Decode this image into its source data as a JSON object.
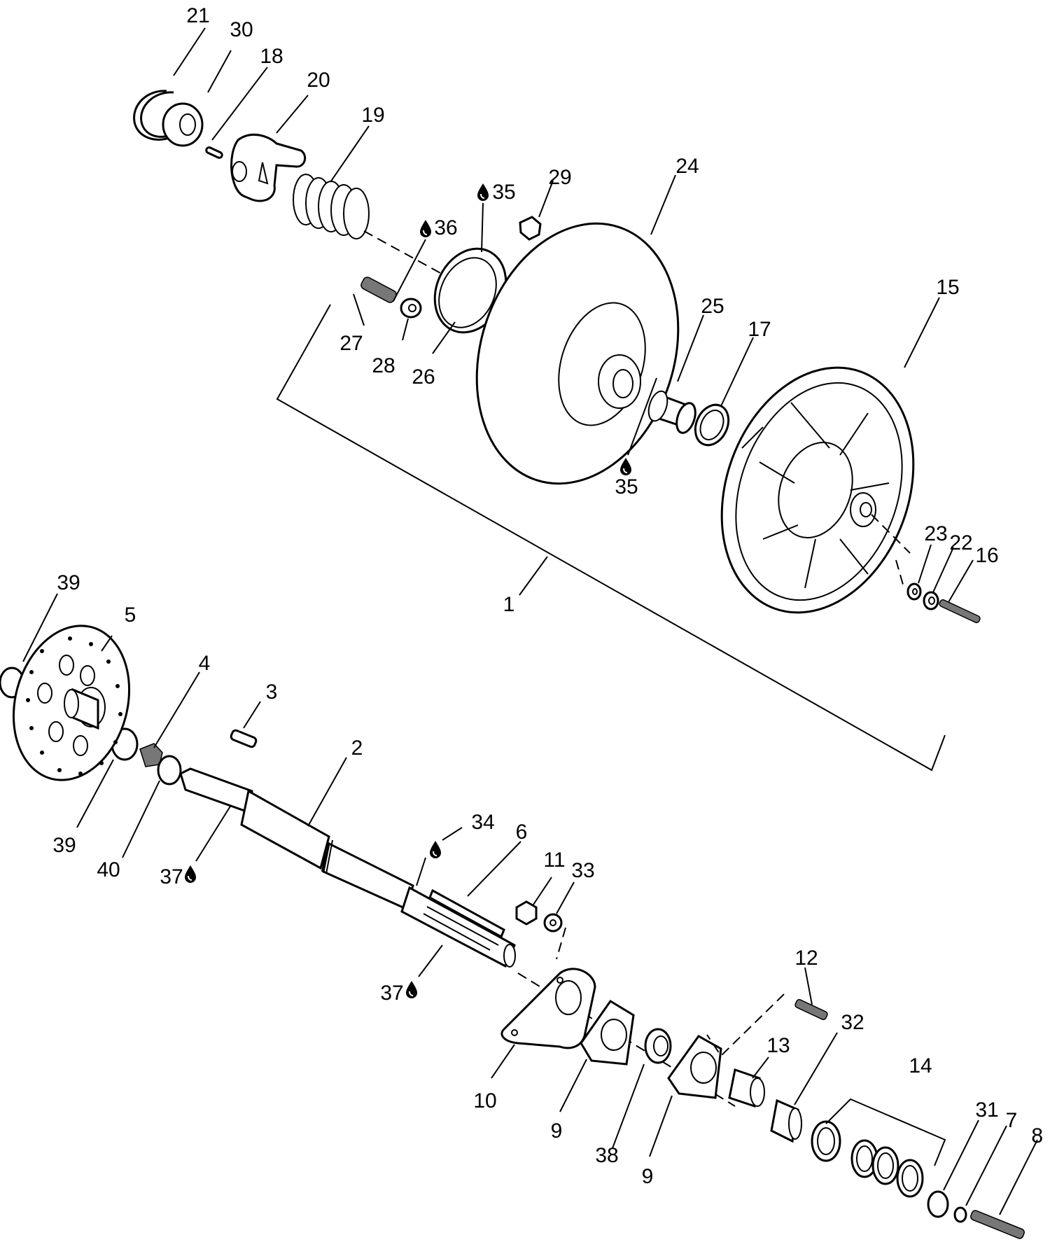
{
  "callouts": [
    {
      "id": "1",
      "text": "1"
    },
    {
      "id": "2",
      "text": "2"
    },
    {
      "id": "3",
      "text": "3"
    },
    {
      "id": "4",
      "text": "4"
    },
    {
      "id": "5",
      "text": "5"
    },
    {
      "id": "6",
      "text": "6"
    },
    {
      "id": "7",
      "text": "7"
    },
    {
      "id": "8",
      "text": "8"
    },
    {
      "id": "9a",
      "text": "9"
    },
    {
      "id": "9b",
      "text": "9"
    },
    {
      "id": "10",
      "text": "10"
    },
    {
      "id": "11",
      "text": "11"
    },
    {
      "id": "12",
      "text": "12"
    },
    {
      "id": "13",
      "text": "13"
    },
    {
      "id": "14",
      "text": "14"
    },
    {
      "id": "15",
      "text": "15"
    },
    {
      "id": "16",
      "text": "16"
    },
    {
      "id": "17",
      "text": "17"
    },
    {
      "id": "18",
      "text": "18"
    },
    {
      "id": "19",
      "text": "19"
    },
    {
      "id": "20",
      "text": "20"
    },
    {
      "id": "21",
      "text": "21"
    },
    {
      "id": "22",
      "text": "22"
    },
    {
      "id": "23",
      "text": "23"
    },
    {
      "id": "24",
      "text": "24"
    },
    {
      "id": "25",
      "text": "25"
    },
    {
      "id": "26",
      "text": "26"
    },
    {
      "id": "27",
      "text": "27"
    },
    {
      "id": "28",
      "text": "28"
    },
    {
      "id": "29",
      "text": "29"
    },
    {
      "id": "30",
      "text": "30"
    },
    {
      "id": "31",
      "text": "31"
    },
    {
      "id": "32",
      "text": "32"
    },
    {
      "id": "33",
      "text": "33"
    },
    {
      "id": "34",
      "text": "34"
    },
    {
      "id": "35a",
      "text": "35"
    },
    {
      "id": "35b",
      "text": "35"
    },
    {
      "id": "36",
      "text": "36"
    },
    {
      "id": "37a",
      "text": "37"
    },
    {
      "id": "37b",
      "text": "37"
    },
    {
      "id": "38",
      "text": "38"
    },
    {
      "id": "39a",
      "text": "39"
    },
    {
      "id": "39b",
      "text": "39"
    },
    {
      "id": "40",
      "text": "40"
    }
  ],
  "icons": {
    "lubricant": "oil-drop-icon",
    "thread-locker": "thread-locker-icon"
  },
  "colors": {
    "line": "#000000",
    "background": "#ffffff"
  }
}
